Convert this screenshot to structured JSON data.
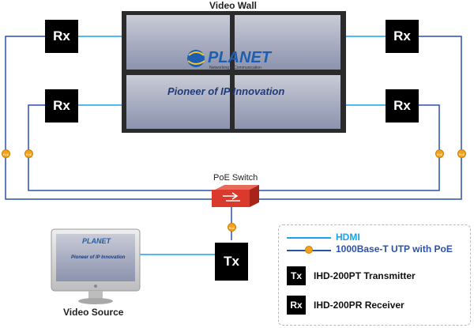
{
  "title": "Video Wall",
  "switch_label": "PoE Switch",
  "source_label": "Video Source",
  "receiver_label": "Rx",
  "transmitter_label": "Tx",
  "poe_tag": "PoE",
  "wall": {
    "brand": "PLANET",
    "brand_tagline": "Networking & Communication",
    "slogan": "Pioneer of IP Innovation"
  },
  "monitor": {
    "brand": "PLANET",
    "slogan": "Pioneer of IP Innovation"
  },
  "legend": {
    "hdmi": "HDMI",
    "utp": "1000Base-T UTP with PoE",
    "tx_tag": "Tx",
    "tx_desc": "IHD-200PT Transmitter",
    "rx_tag": "Rx",
    "rx_desc": "IHD-200PR Receiver"
  },
  "colors": {
    "hdmi": "#1aa3e8",
    "utp": "#2a52a8",
    "poe": "#f3a21b",
    "switch": "#d93a2b"
  }
}
